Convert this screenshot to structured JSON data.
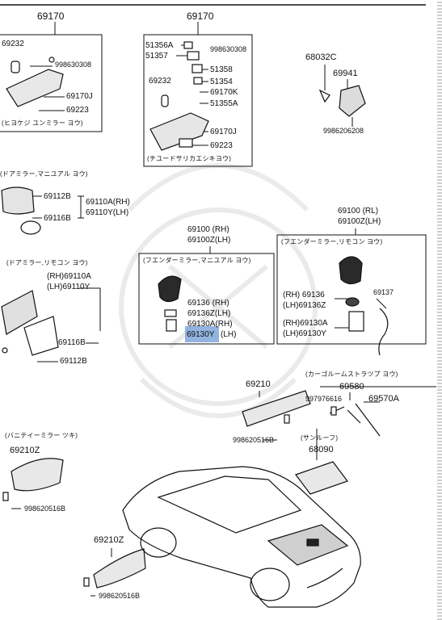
{
  "callouts": {
    "p69170_left": "69170",
    "p69170_center": "69170",
    "p69232_left": "69232",
    "p998630308_left": "998630308",
    "p69170J_left": "69170J",
    "p69223_left": "69223",
    "note_left_top": "(ヒヨケジ ユンミラー ヨウ)",
    "p51356A": "51356A",
    "p998630308_center": "998630308",
    "p51357": "51357",
    "p51358": "51358",
    "p69232_center": "69232",
    "p51354": "51354",
    "p69170K": "69170K",
    "p51355A": "51355A",
    "p69170J_center": "69170J",
    "p69223_center": "69223",
    "note_center_top": "(チユードサリカエシキヨウ)",
    "p68032C": "68032C",
    "p69941": "69941",
    "p9986206208": "9986206208",
    "note_door_manual": "(ドアミラー,マニユアル ヨウ)",
    "p69112B_a": "69112B",
    "p69110A_RH_a": "69110A(RH)",
    "p69110Y_LH_a": "69110Y(LH)",
    "p69116B_a": "69116B",
    "p69100_RH": "69100 (RH)",
    "p69100Z_LH": "69100Z(LH)",
    "note_fender_manual": "(フエンダーミラー,マニユアル ヨウ)",
    "p69100_RL": "69100 (RL)",
    "p69100Z_LH_r": "69100Z(LH)",
    "note_fender_remote": "(フエンダーミラー,リモコン ヨウ)",
    "note_door_remote": "(ドアミラー,リモコン ヨウ)",
    "p69110A_RH_b": "(RH)69110A",
    "p69110Y_LH_b": "(LH)69110Y",
    "p69136_RH": "69136 (RH)",
    "p69136Z_LH": "69136Z(LH)",
    "p69130A_RH": "69130A(RH)",
    "p69130Y": "69130Y",
    "p69130Y_LH_suffix": "(LH)",
    "p69136_RH_r": "(RH) 69136",
    "p69136Z_LH_r": "(LH)69136Z",
    "p69137": "69137",
    "p69130A_RH_r": "(RH)69130A",
    "p69130Y_LH_r": "(LH)69130Y",
    "p69116B_b": "69116B",
    "p69112B_b": "69112B",
    "note_cargo_lamp": "(カーゴルームストラツプ ヨウ)",
    "p69580": "69580",
    "p69210": "69210",
    "p997976616": "997976616",
    "p69570A": "69570A",
    "note_vanity": "(バニテイーミラー ツキ)",
    "p69210Z_a": "69210Z",
    "p998620516B_a": "998620516B",
    "note_sunroof": "(サンルーフ)",
    "p68090": "68090",
    "p998620516B_b": "998620516B",
    "p69210Z_b": "69210Z",
    "p998620516B_c": "998620516B"
  }
}
